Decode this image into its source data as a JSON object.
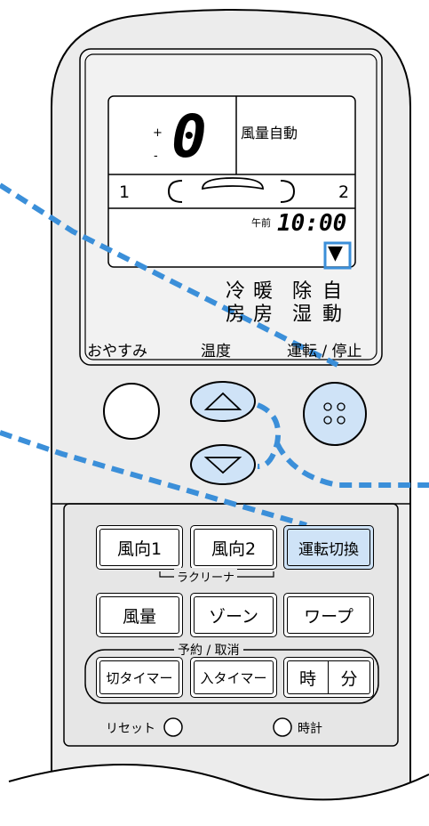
{
  "display": {
    "plus": "+",
    "minus": "-",
    "temp_value": "0",
    "fan_label": "風量自動",
    "left_num": "1",
    "right_num": "2",
    "ampm": "午前",
    "time": "10:00",
    "indicator_glyph": "▼",
    "mode_cool_1": "冷",
    "mode_cool_2": "房",
    "mode_heat_1": "暖",
    "mode_heat_2": "房",
    "mode_dry_1": "除",
    "mode_dry_2": "湿",
    "mode_auto_1": "自",
    "mode_auto_2": "動"
  },
  "labels": {
    "sleep": "おやすみ",
    "temp": "温度",
    "run_stop": "運転 / 停止"
  },
  "lower_panel": {
    "dir1": "風向1",
    "dir2": "風向2",
    "mode_switch": "運転切換",
    "cleaner": "ラクリーナ",
    "fan": "風量",
    "zone": "ゾーン",
    "warp": "ワープ",
    "timer_group": "予約 / 取消",
    "off_timer": "切タイマー",
    "on_timer": "入タイマー",
    "hour": "時",
    "minute": "分",
    "reset": "リセット",
    "clock": "時計"
  },
  "colors": {
    "highlight": "#3b8fd9",
    "highlight_fill": "#cfe3f7",
    "remote_body": "#ececec",
    "panel": "#e6e6e6"
  }
}
